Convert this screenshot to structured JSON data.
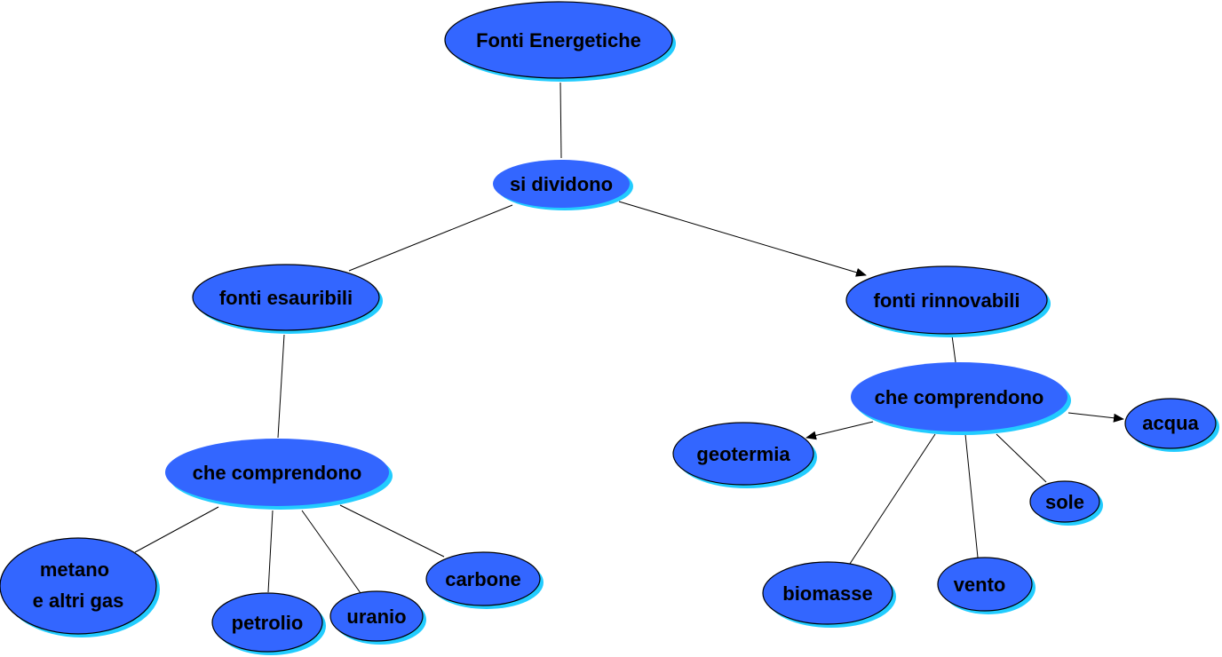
{
  "title": "Fonti Energetiche",
  "nodes": {
    "root": "Fonti Energetiche",
    "divide": "si dividono",
    "exhaustible": "fonti esauribili",
    "renewable": "fonti rinnovabili",
    "exh_includes": "che comprendono",
    "ren_includes": "che comprendono",
    "metano_1": "metano",
    "metano_2": "e altri gas",
    "petrolio": "petrolio",
    "uranio": "uranio",
    "carbone": "carbone",
    "geotermia": "geotermia",
    "biomasse": "biomasse",
    "vento": "vento",
    "sole": "sole",
    "acqua": "acqua"
  },
  "colors": {
    "node_fill": "#3366ff",
    "node_shadow": "#22ccff"
  }
}
